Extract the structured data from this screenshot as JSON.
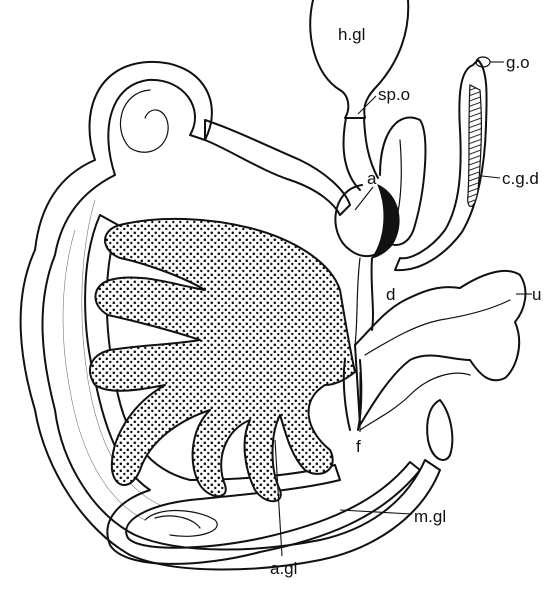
{
  "labels": {
    "hermaphrodite_gland": "h.gl",
    "spermoviduct": "sp.o",
    "genital_opening": "g.o",
    "common_genital_duct": "c.g.d",
    "ampulla": "a",
    "duct": "d",
    "uterus": "u",
    "fertilization_chamber": "f",
    "mucous_gland": "m.gl",
    "albumen_gland": "a.gl"
  }
}
